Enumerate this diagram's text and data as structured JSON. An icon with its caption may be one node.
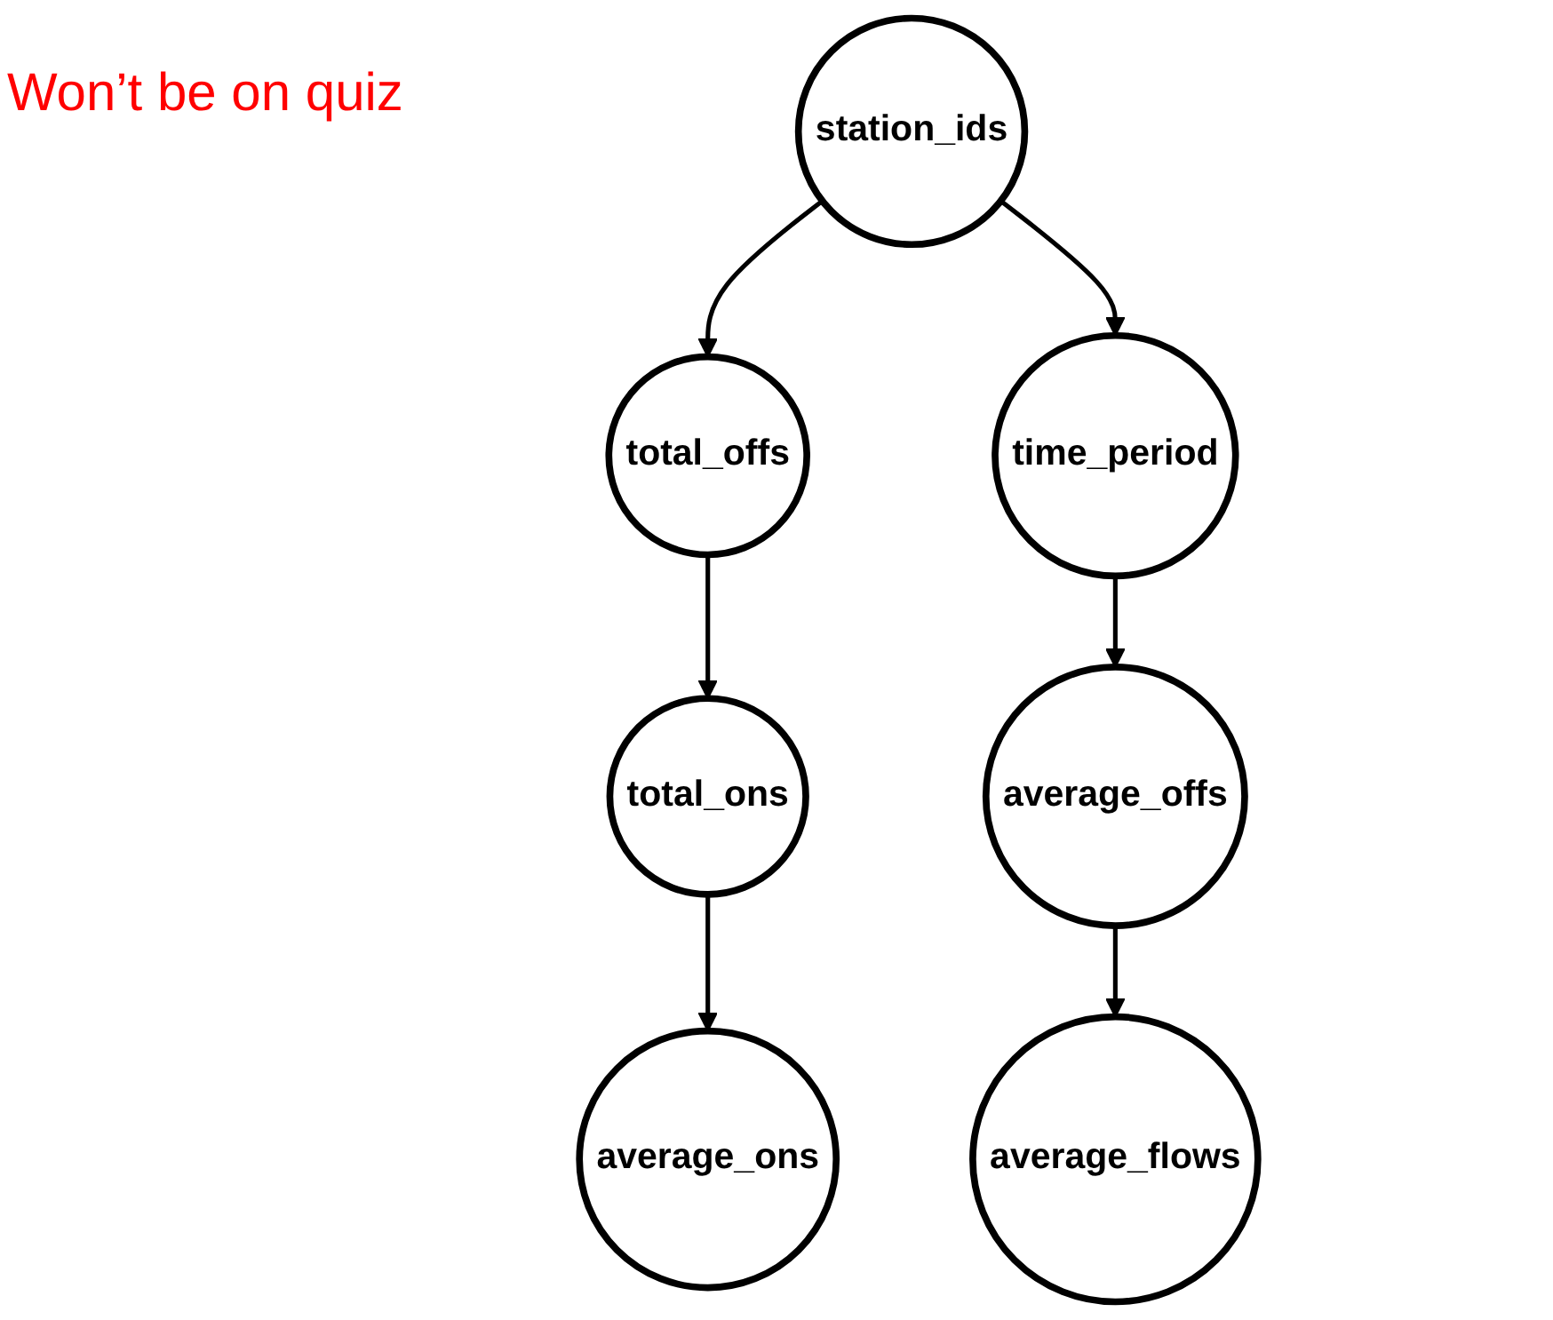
{
  "diagram": {
    "nodes": [
      {
        "text": [
          "station_ids"
        ]
      },
      {
        "text": [
          "total_offs"
        ]
      },
      {
        "text": [
          "time_period"
        ]
      },
      {
        "text": [
          "total_ons"
        ]
      },
      {
        "text": [
          "average_offs"
        ]
      },
      {
        "text": [
          "average_ons"
        ]
      },
      {
        "text": [
          "average_flows"
        ]
      }
    ],
    "edges": [
      {
        "from": 0,
        "to": 1,
        "arrow": "to"
      },
      {
        "from": 0,
        "to": 2,
        "arrow": "to"
      },
      {
        "from": 1,
        "to": 3,
        "arrow": "to"
      },
      {
        "from": 2,
        "to": 4,
        "arrow": "to"
      },
      {
        "from": 3,
        "to": 5,
        "arrow": "to"
      },
      {
        "from": 4,
        "to": 6,
        "arrow": "to"
      }
    ],
    "labels": [
      "Won’t be on quiz"
    ]
  }
}
